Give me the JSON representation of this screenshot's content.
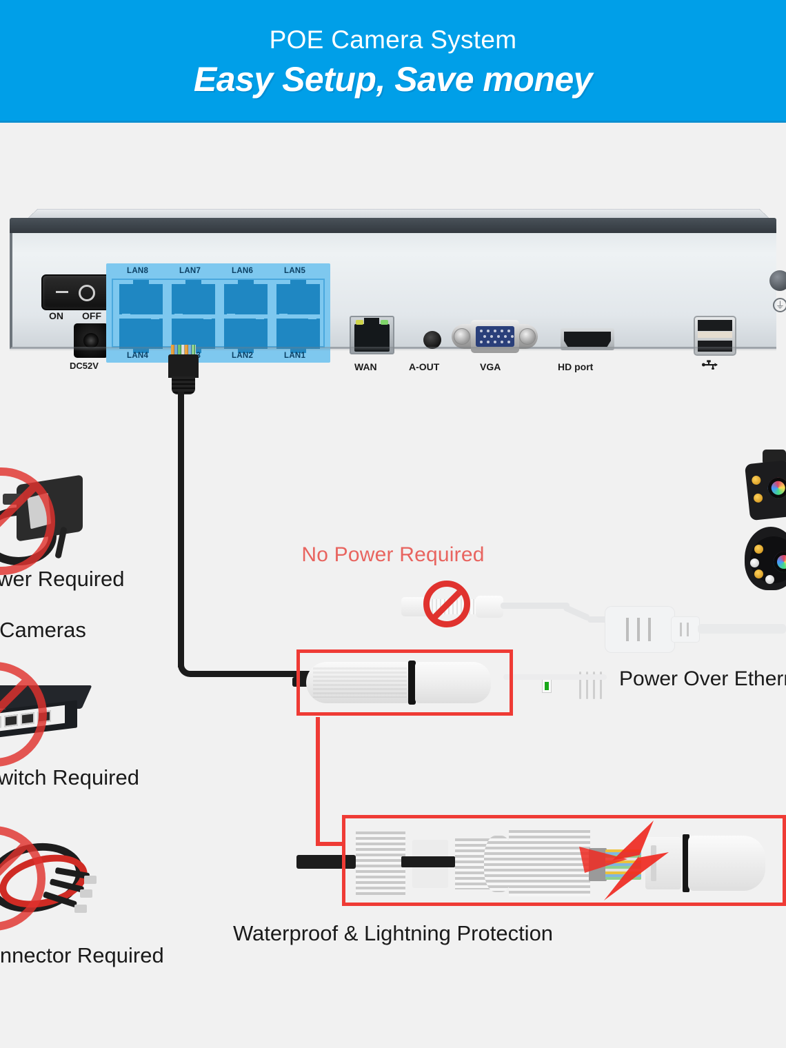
{
  "header": {
    "line1": "POE Camera System",
    "line2": "Easy Setup, Save money",
    "background_color": "#009fe8",
    "text_color": "#ffffff"
  },
  "nvr": {
    "power_switch": {
      "on_label": "ON",
      "off_label": "OFF"
    },
    "dc_label": "DC52V",
    "lan_ports": {
      "top_row": [
        "LAN8",
        "LAN7",
        "LAN6",
        "LAN5"
      ],
      "bottom_row": [
        "LAN4",
        "LAN3",
        "LAN2",
        "LAN1"
      ],
      "highlight_color": "#7ec8ef",
      "port_color": "#1f87c2"
    },
    "io_ports": [
      {
        "name": "wan-port",
        "label": "WAN"
      },
      {
        "name": "audio-out-port",
        "label": "A-OUT"
      },
      {
        "name": "vga-port",
        "label": "VGA"
      },
      {
        "name": "hdmi-port",
        "label": "HD port"
      }
    ],
    "usb_label": "usb-icon",
    "ground_label": "ground-icon",
    "connected_port": "LAN3"
  },
  "annotations": {
    "no_power_required": "No Power Required",
    "power_over_ethernet": "Power Over Ethernet",
    "waterproof": "Waterproof & Lightning Protection",
    "left_items": [
      {
        "name": "no-power-adapter",
        "line1": "No Power Required",
        "line2": "For Cameras"
      },
      {
        "name": "no-switch",
        "line1": "No Switch Required",
        "line2": ""
      },
      {
        "name": "no-connector",
        "line1": "No Connector Required",
        "line2": ""
      }
    ],
    "accent_red": "#ef3b35",
    "warning_red": "#e0322e",
    "soft_red": "#e8645f"
  }
}
